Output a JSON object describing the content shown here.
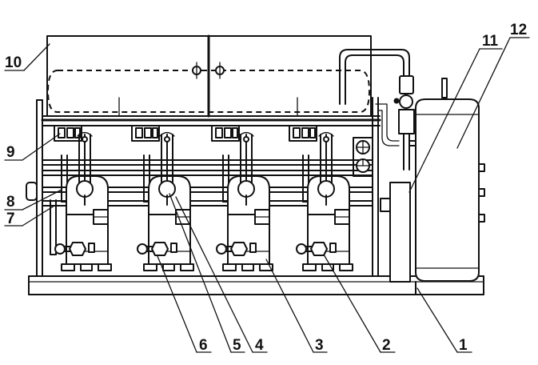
{
  "diagram": {
    "callouts": [
      "10",
      "12",
      "11",
      "9",
      "8",
      "7",
      "6",
      "5",
      "4",
      "3",
      "2",
      "1"
    ]
  }
}
